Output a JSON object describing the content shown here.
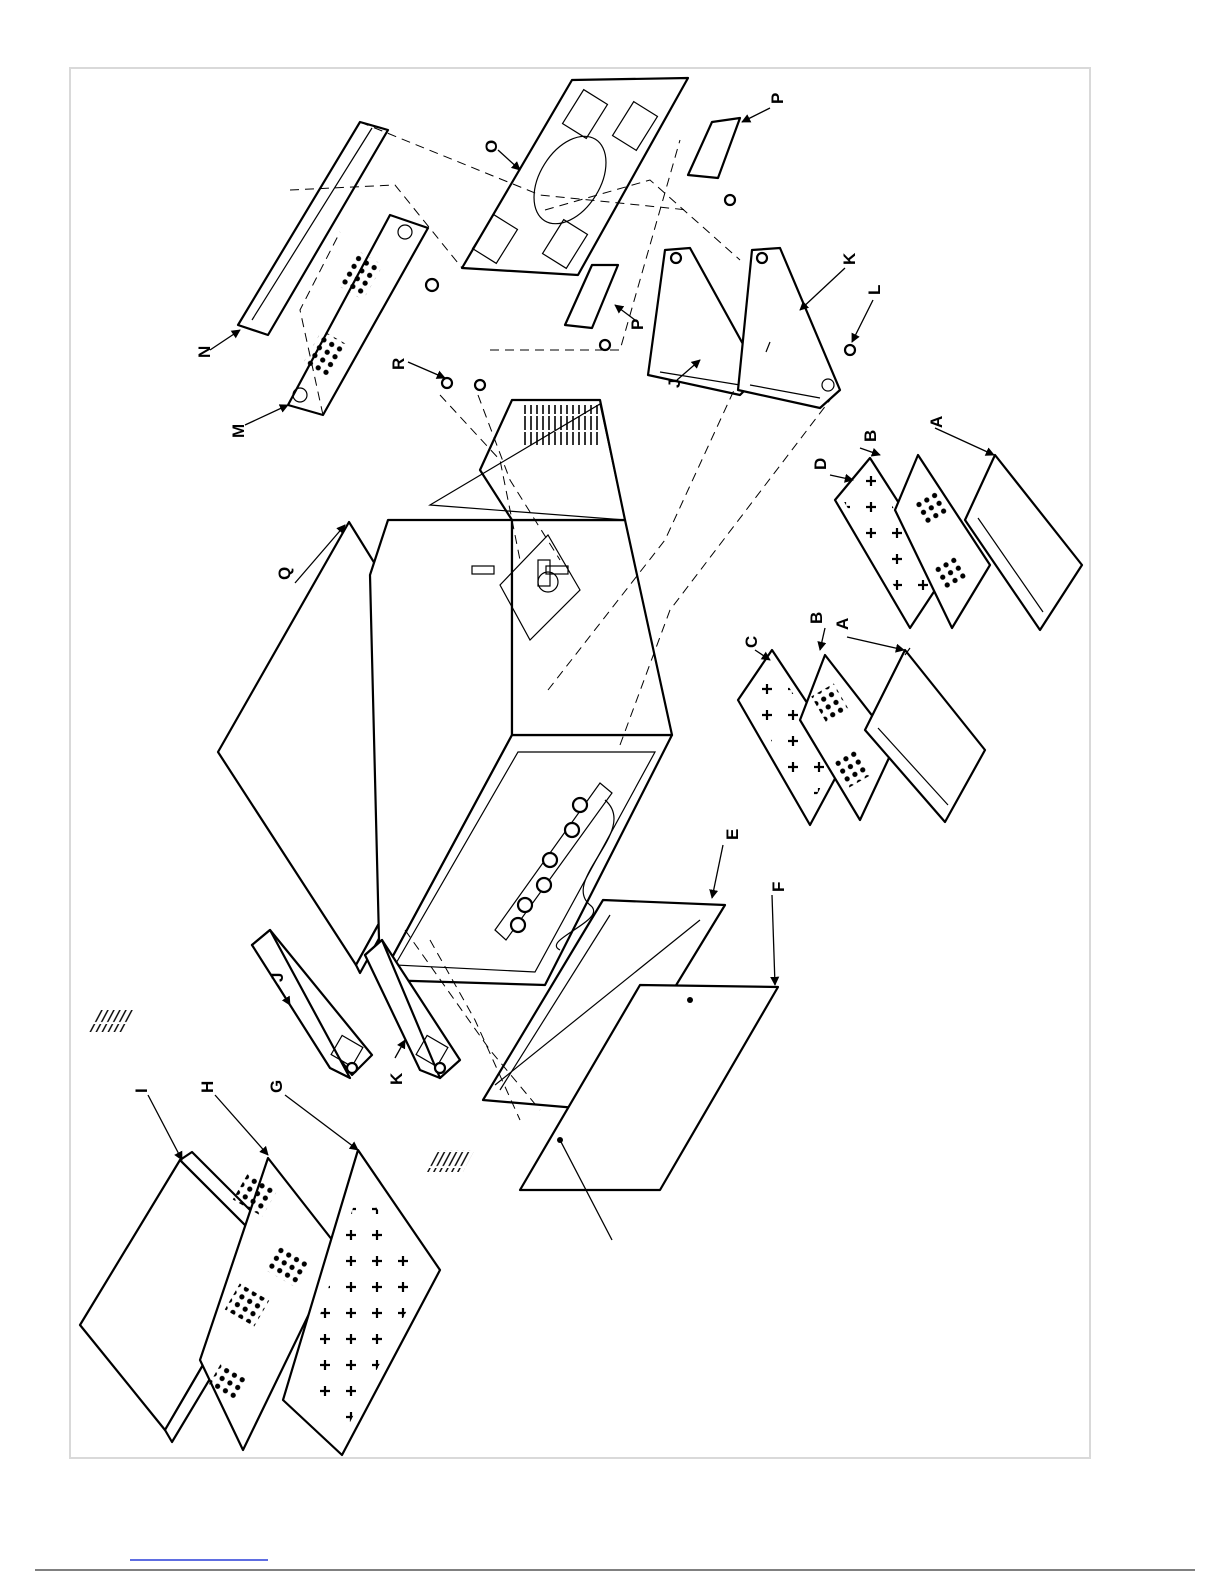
{
  "diagram": {
    "colors": {
      "ink": "#000000",
      "paper": "#ffffff",
      "frame": "#d9d9d9",
      "link": "#2a3fd8"
    },
    "labels": {
      "A1": "A",
      "A2": "A",
      "B1": "B",
      "B2": "B",
      "C": "C",
      "D": "D",
      "E": "E",
      "F": "F",
      "G": "G",
      "H": "H",
      "I": "I",
      "J1": "J",
      "J2": "J",
      "K1": "K",
      "K2": "K",
      "L": "L",
      "M": "M",
      "N": "N",
      "O": "O",
      "P1": "P",
      "P2": "P",
      "Q": "Q",
      "R": "R"
    }
  }
}
